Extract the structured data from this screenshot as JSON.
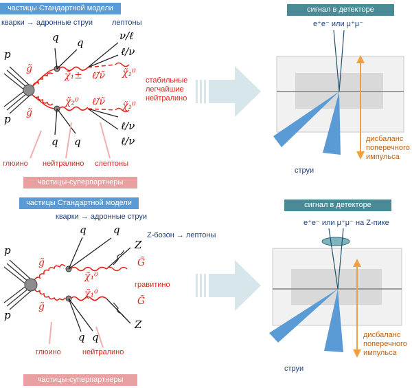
{
  "top": {
    "sm_box": "частицы Стандартной модели",
    "quarks_label": "кварки → адронные струи",
    "leptons_label": "лептоны",
    "proton_a": "p",
    "proton_b": "p",
    "q1": "q",
    "q2": "q",
    "q3": "q",
    "q4": "q",
    "nu_l_top": "ν/ℓ",
    "l_nu_top": "ℓ/ν",
    "l_nu_b1": "ℓ/ν",
    "l_nu_b2": "ℓ/ν",
    "gluino_a": "g̃",
    "gluino_b": "g̃",
    "chargino": "χ̃₁±",
    "neutralino2": "χ̃₂⁰",
    "slepton_a": "ℓ̃/ν̃",
    "slepton_b": "ℓ̃/ν̃",
    "lsp_a": "χ̃₁⁰",
    "lsp_b": "χ̃₁⁰",
    "stable_lsp": [
      "стабильные",
      "легчайшие",
      "нейтралино"
    ],
    "gluino_label": "глюино",
    "neutralino_label": "нейтралино",
    "sleptons_label": "слептоны",
    "susy_box": "частицы-суперпартнеры",
    "det_box": "сигнал в детекторе",
    "det_leptons": "e⁺e⁻ или μ⁺μ⁻",
    "det_jets": "струи",
    "det_met": [
      "дисбаланс",
      "поперечного",
      "импульса"
    ]
  },
  "bottom": {
    "sm_box": "частицы Стандартной модели",
    "quarks_label": "кварки → адронные струи",
    "z_label": "Z-бозон → лептоны",
    "proton_a": "p",
    "proton_b": "p",
    "q1": "q",
    "q2": "q",
    "q3": "q",
    "q4": "q",
    "z1": "Z",
    "z2": "Z",
    "gluino_a": "g̃",
    "gluino_b": "g̃",
    "neutralino_a": "χ̃₁⁰",
    "neutralino_b": "χ̃₁⁰",
    "gravitino_a": "G̃",
    "gravitino_b": "G̃",
    "gravitino_label": "гравитино",
    "gluino_label": "глюино",
    "neutralino_label": "нейтралино",
    "susy_box": "частицы-суперпартнеры",
    "det_box": "сигнал в детекторе",
    "det_leptons": "e⁺e⁻ или μ⁺μ⁻ на Z-пике",
    "det_jets": "струи",
    "det_met": [
      "дисбаланс",
      "поперечного",
      "импульса"
    ]
  },
  "colors": {
    "sm_blue": "#5b9bd5",
    "detector_teal": "#4a8a97",
    "susy_pink": "#e8a0a0",
    "susy_red": "#e2231a",
    "jet_blue": "#5b9bd5",
    "met_orange": "#f0a040",
    "arrow_pale": "#d6e6ea"
  }
}
